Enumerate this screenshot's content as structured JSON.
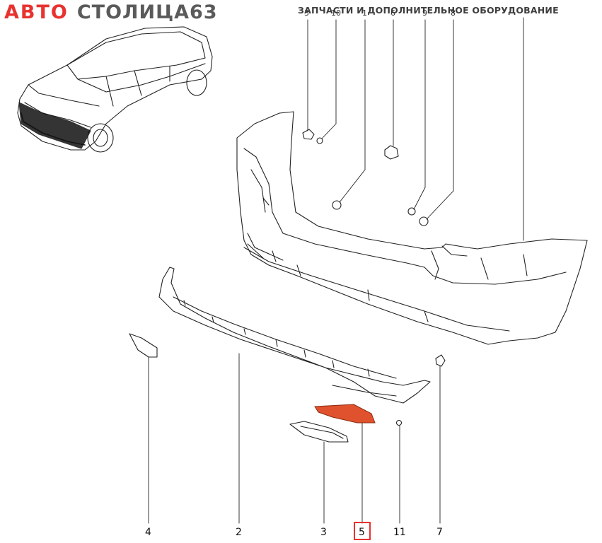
{
  "header": {
    "brand_part1": "АВТО",
    "brand_part2": "СТОЛИЦА63",
    "tagline": "ЗАПЧАСТИ И ДОПОЛНИТЕЛЬНОЕ ОБОРУДОВАНИЕ"
  },
  "callouts": {
    "top": [
      "3",
      "10",
      "1",
      "6",
      "9",
      "8"
    ],
    "bottom": [
      "4",
      "2",
      "3",
      "5",
      "11",
      "7"
    ]
  },
  "highlight": {
    "part": "5",
    "color": "#e8322f",
    "part_fill": "#e0522d"
  }
}
